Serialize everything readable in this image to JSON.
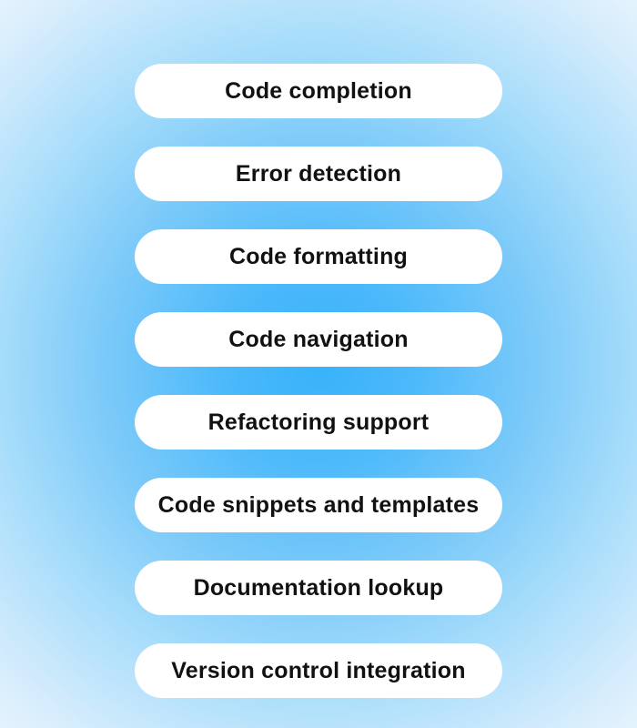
{
  "colors": {
    "pill_background": "#ffffff",
    "pill_text": "#111111",
    "background_center": "#38b2fa",
    "background_mid": "#7ccaf9",
    "background_edge": "#aadefb",
    "background_corner": "#e6f3fd"
  },
  "pills": [
    {
      "label": "Code completion"
    },
    {
      "label": "Error detection"
    },
    {
      "label": "Code formatting"
    },
    {
      "label": "Code navigation"
    },
    {
      "label": "Refactoring support"
    },
    {
      "label": "Code snippets and templates"
    },
    {
      "label": "Documentation lookup"
    },
    {
      "label": "Version control integration"
    }
  ]
}
